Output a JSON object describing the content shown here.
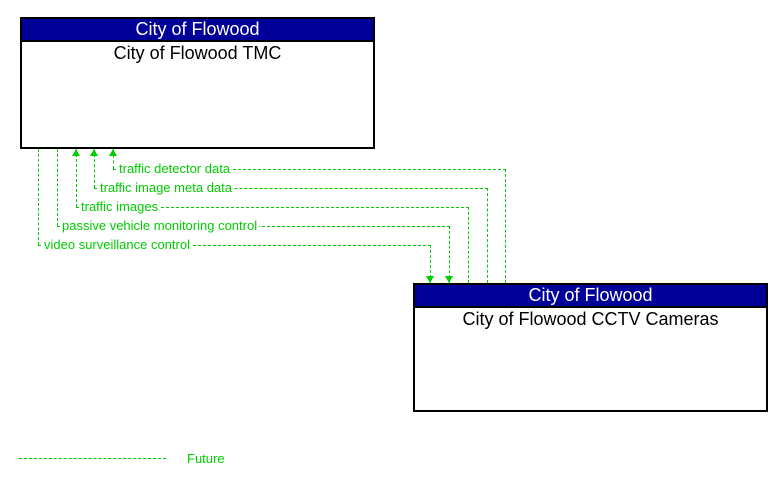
{
  "entities": [
    {
      "group": "City of Flowood",
      "name": "City of Flowood TMC"
    },
    {
      "group": "City of Flowood",
      "name": "City of Flowood CCTV Cameras"
    }
  ],
  "flows": [
    {
      "label": "traffic detector data",
      "from": "City of Flowood CCTV Cameras",
      "to": "City of Flowood TMC",
      "status": "future"
    },
    {
      "label": "traffic image meta data",
      "from": "City of Flowood CCTV Cameras",
      "to": "City of Flowood TMC",
      "status": "future"
    },
    {
      "label": "traffic images",
      "from": "City of Flowood CCTV Cameras",
      "to": "City of Flowood TMC",
      "status": "future"
    },
    {
      "label": "passive vehicle monitoring control",
      "from": "City of Flowood TMC",
      "to": "City of Flowood CCTV Cameras",
      "status": "future"
    },
    {
      "label": "video surveillance control",
      "from": "City of Flowood TMC",
      "to": "City of Flowood CCTV Cameras",
      "status": "future"
    }
  ],
  "legend": {
    "future_label": "Future"
  },
  "colors": {
    "entity_header_bg": "#000099",
    "entity_header_text": "#ffffff",
    "entity_border": "#000000",
    "flow_green": "#00cc00",
    "background": "#ffffff"
  }
}
